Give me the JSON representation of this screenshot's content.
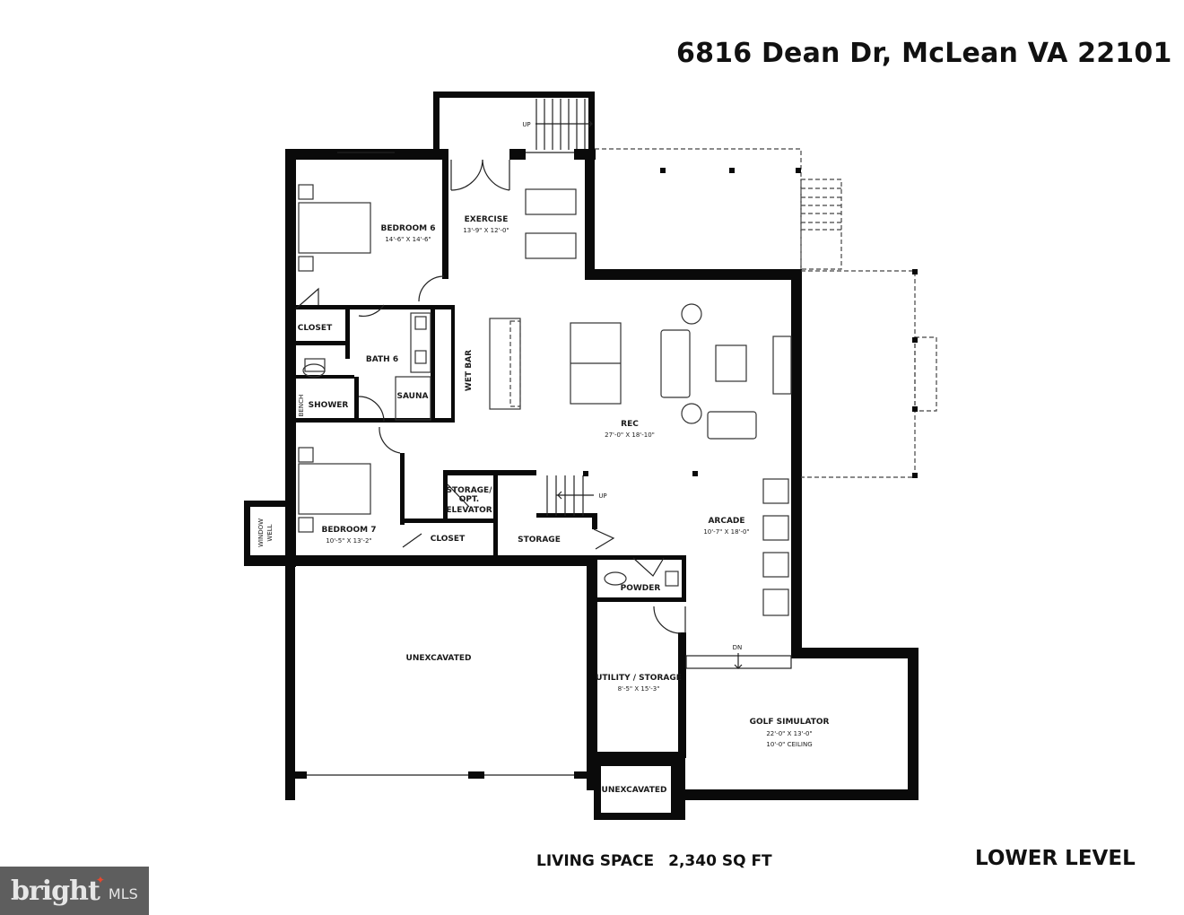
{
  "header": {
    "address": "6816 Dean Dr, McLean VA 22101"
  },
  "rooms": {
    "bedroom6": {
      "name": "BEDROOM 6",
      "size": "14'-6\" X 14'-6\""
    },
    "exercise": {
      "name": "EXERCISE",
      "size": "13'-9\" X 12'-0\""
    },
    "closet_bed6": {
      "name": "CLOSET"
    },
    "bath6": {
      "name": "BATH 6"
    },
    "sauna": {
      "name": "SAUNA"
    },
    "shower": {
      "name": "SHOWER"
    },
    "bench": {
      "name": "BENCH"
    },
    "wet_bar": {
      "name": "WET BAR"
    },
    "rec": {
      "name": "REC",
      "size": "27'-0\" X 18'-10\""
    },
    "bedroom7": {
      "name": "BEDROOM 7",
      "size": "10'-5\" X 13'-2\""
    },
    "window_well": {
      "line1": "WINDOW",
      "line2": "WELL"
    },
    "storage_elevator": {
      "line1": "STORAGE/",
      "line2": "OPT.",
      "line3": "ELEVATOR"
    },
    "closet_bed7": {
      "name": "CLOSET"
    },
    "storage": {
      "name": "STORAGE"
    },
    "arcade": {
      "name": "ARCADE",
      "size": "10'-7\" X 18'-0\""
    },
    "powder": {
      "name": "POWDER"
    },
    "utility": {
      "name": "UTILITY / STORAGE",
      "size": "8'-5\" X 15'-3\""
    },
    "golf": {
      "name": "GOLF SIMULATOR",
      "size": "22'-0\" X 13'-0\"",
      "ceiling": "10'-0\" CEILING"
    },
    "unexcavated_main": {
      "name": "UNEXCAVATED"
    },
    "unexcavated_small": {
      "name": "UNEXCAVATED"
    }
  },
  "stairs": {
    "up_top": "UP",
    "up_mid": "UP",
    "down": "DN"
  },
  "footer": {
    "living_space_label": "LIVING SPACE",
    "living_space_value": "2,340 SQ FT",
    "level": "LOWER LEVEL"
  },
  "logo": {
    "brand": "brigh",
    "brand_end": "t",
    "suffix": "MLS"
  }
}
